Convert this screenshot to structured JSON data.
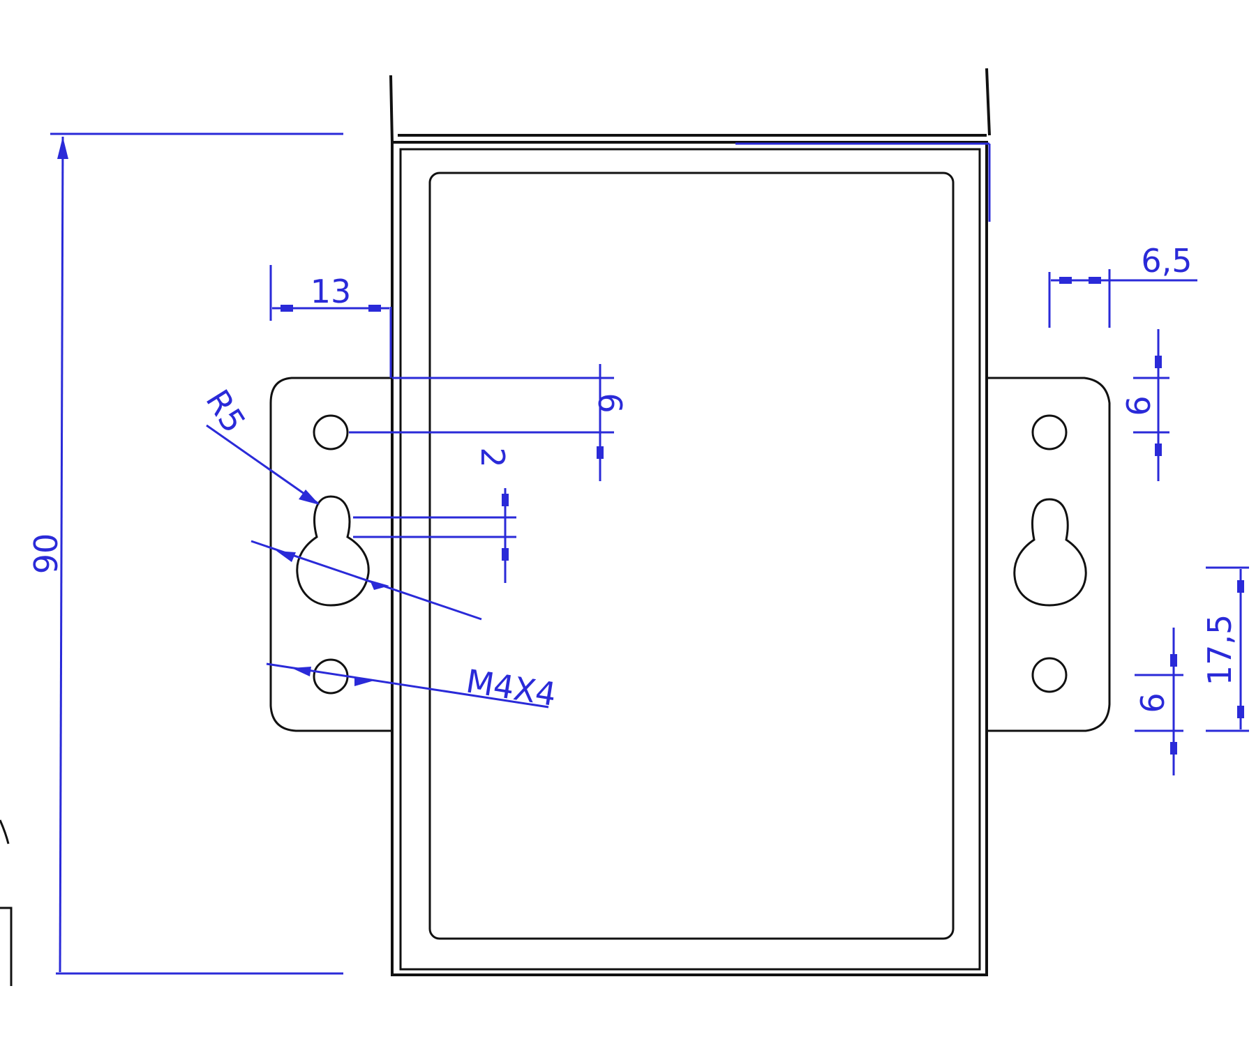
{
  "drawing": {
    "colors": {
      "outline": "#111111",
      "dimension": "#2a2ad8",
      "background": "#ffffff"
    },
    "dimensions": {
      "overall_height": "90",
      "flange_width": "13",
      "right_offset": "6,5",
      "hole_top_left": "6",
      "keyhole_slot": "2",
      "keyhole_radius": "R5",
      "hole_callout": "M4X4",
      "hole_top_right": "6",
      "hole_bottom_right": "6",
      "hole_spacing_right": "17,5"
    }
  }
}
